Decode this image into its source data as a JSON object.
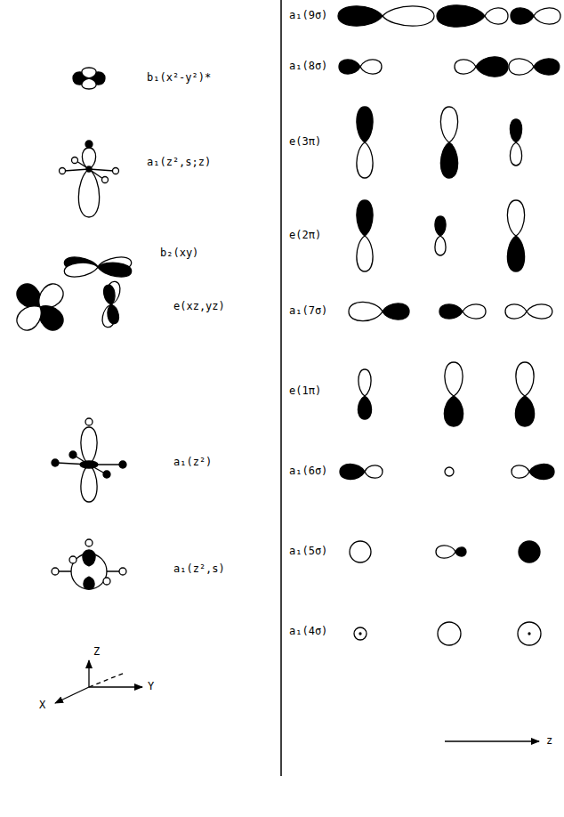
{
  "diagram": {
    "labels": [
      "b₁(x²-y²)*",
      "a₁(z²,s;z)",
      "b₂(xy)",
      "e(xz,yz)",
      "a₁(z²)",
      "a₁(z²,s)",
      "Z",
      "Y",
      "X",
      "a₁(9σ)",
      "a₁(8σ)",
      "e(3π)",
      "e(2π)",
      "a₁(7σ)",
      "e(1π)",
      "a₁(6σ)",
      "a₁(5σ)",
      "a₁(4σ)",
      "z"
    ]
  }
}
